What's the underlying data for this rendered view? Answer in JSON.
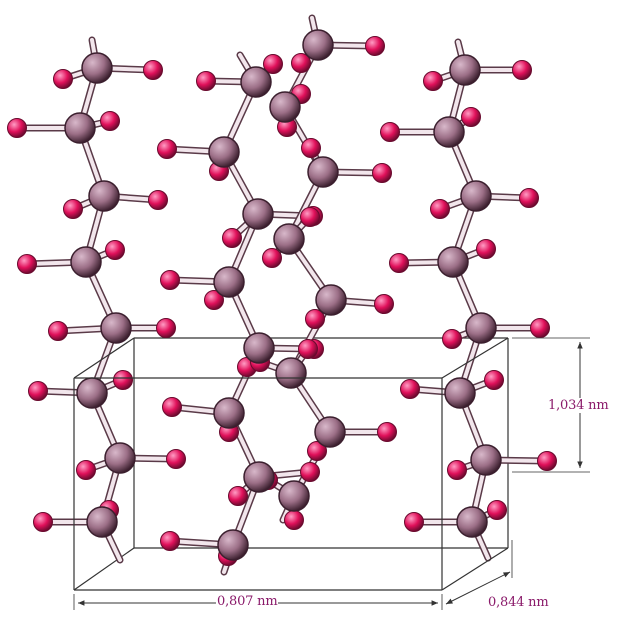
{
  "structure": {
    "name": "",
    "colors": {
      "carbon_fill": "#9c6f87",
      "carbon_stroke": "#3b1f2e",
      "carbon_highlight": "#d8b8ca",
      "hydrogen_fill": "#e0105a",
      "hydrogen_stroke": "#6a0a2e",
      "hydrogen_highlight": "#ff9cc4",
      "bond_stroke": "#5a3a48",
      "bond_fill": "#f2e6ec",
      "cell_line": "#333333",
      "dimension_label": "#8a1a6a"
    }
  },
  "unit_cell": {
    "height_label": "1,034 nm",
    "width_label": "0,807 nm",
    "depth_label": "0,844 nm"
  }
}
